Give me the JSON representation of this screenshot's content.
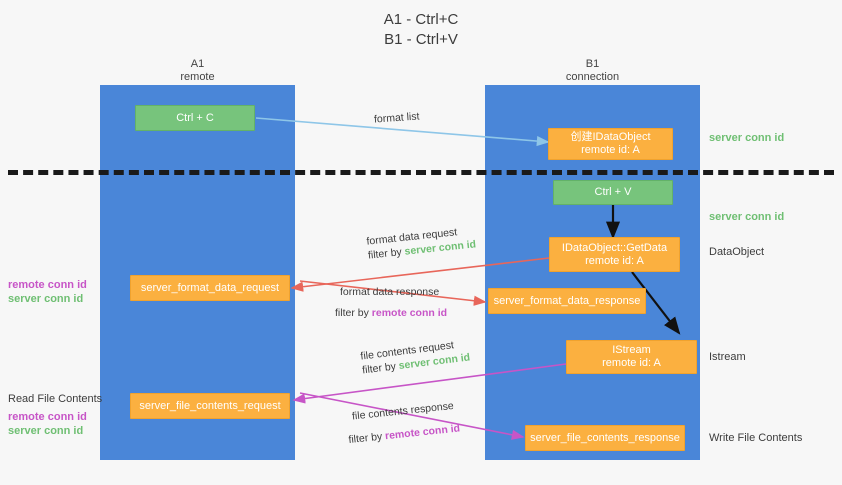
{
  "title": {
    "line1": "A1 - Ctrl+C",
    "line2": "B1 - Ctrl+V"
  },
  "lanes": [
    {
      "id": "A1",
      "name": "A1",
      "sub": "remote"
    },
    {
      "id": "B1",
      "name": "B1",
      "sub": "connection"
    }
  ],
  "boxes": {
    "ctrl_c": {
      "line1": "Ctrl + C",
      "line2": "",
      "color": "#77c47c"
    },
    "create_idataobject": {
      "line1": "创建IDataObject",
      "line2": "remote id: A",
      "color": "#fbb040"
    },
    "ctrl_v": {
      "line1": "Ctrl + V",
      "line2": "",
      "color": "#77c47c"
    },
    "getdata": {
      "line1": "IDataObject::GetData",
      "line2": "remote id: A",
      "color": "#fbb040"
    },
    "format_data_request": {
      "line1": "server_format_data_request",
      "line2": "",
      "color": "#fbb040"
    },
    "format_data_response": {
      "line1": "server_format_data_response",
      "line2": "",
      "color": "#fbb040"
    },
    "istream": {
      "line1": "IStream",
      "line2": "remote id: A",
      "color": "#fbb040"
    },
    "file_contents_request": {
      "line1": "server_file_contents_request",
      "line2": "",
      "color": "#fbb040"
    },
    "file_contents_response": {
      "line1": "server_file_contents_response",
      "line2": "",
      "color": "#fbb040"
    }
  },
  "right_annotations": [
    {
      "id": "server-conn-id-1",
      "text": "server conn id",
      "color": "#6fbf73"
    },
    {
      "id": "server-conn-id-2",
      "text": "server conn id",
      "color": "#6fbf73"
    },
    {
      "id": "dataobject",
      "text": "DataObject",
      "color": "#3c3c3c"
    },
    {
      "id": "istream",
      "text": "Istream",
      "color": "#3c3c3c"
    },
    {
      "id": "write-file",
      "text": "Write File Contents",
      "color": "#3c3c3c"
    }
  ],
  "left_annotations": {
    "group1": {
      "remote": "remote conn id",
      "server": "server conn id"
    },
    "read_file_contents": "Read File Contents",
    "group2": {
      "remote": "remote conn id",
      "server": "server conn id"
    }
  },
  "edge_labels": {
    "format_list": "format list",
    "format_data_request": {
      "main": "format data request",
      "prefix": "filter by ",
      "key": "server conn id",
      "key_color": "#6fbf73"
    },
    "format_data_response": {
      "main": "format data response",
      "prefix": "filter by ",
      "key": "remote conn id",
      "key_color": "#c755c7"
    },
    "file_contents_request": {
      "main": "file contents request",
      "prefix": "filter by ",
      "key": "server conn id",
      "key_color": "#6fbf73"
    },
    "file_contents_response": {
      "main": "file contents response",
      "prefix": "filter by ",
      "key": "remote conn id",
      "key_color": "#c755c7"
    }
  },
  "colors": {
    "lane": "#4a86d8",
    "green_box": "#77c47c",
    "orange_box": "#fbb040",
    "divider": "#1a1a1a",
    "arrow_blue": "#8ec6e8",
    "arrow_red": "#e8665a",
    "arrow_magenta": "#c755c7",
    "arrow_black": "#111111",
    "background": "#f7f7f7"
  }
}
